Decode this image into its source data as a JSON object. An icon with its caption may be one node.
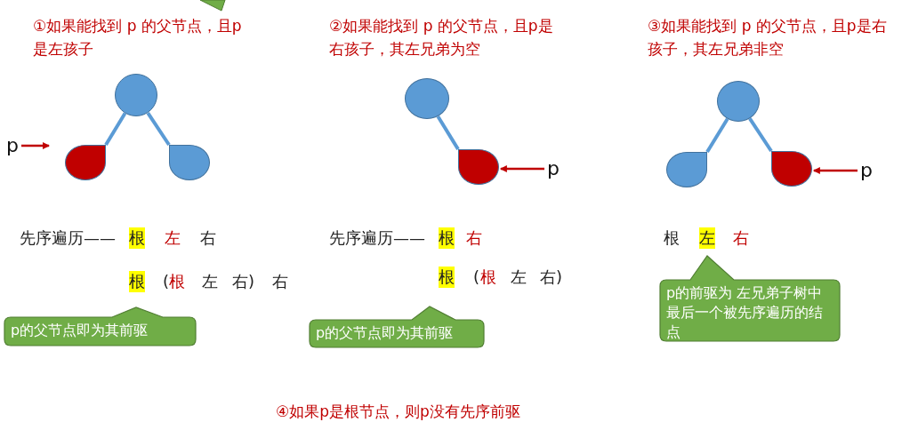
{
  "diagram": {
    "nodes": [
      {
        "text": [],
        "shape": "circle"
      },
      {
        "text": [],
        "shape": "teardrop"
      },
      {
        "text": [],
        "shape": "teardrop"
      },
      {
        "text": [],
        "shape": "circle"
      },
      {
        "text": [],
        "shape": "teardrop"
      },
      {
        "text": [],
        "shape": "circle"
      },
      {
        "text": [],
        "shape": "teardrop"
      },
      {
        "text": [],
        "shape": "teardrop"
      },
      {
        "text": [
          "p"
        ]
      },
      {
        "text": [
          "p"
        ]
      },
      {
        "text": [
          "p"
        ]
      },
      {
        "text": [
          "p的父节点即为其前驱"
        ]
      },
      {
        "text": [
          "p的父节点即为其前驱"
        ]
      },
      {
        "text": [
          "p的前驱为 左兄弟子树中最后一个被先序遍历的结点"
        ]
      }
    ],
    "edges": [
      {
        "from": 0,
        "to": 1,
        "arrow": "none"
      },
      {
        "from": 0,
        "to": 2,
        "arrow": "none"
      },
      {
        "from": 3,
        "to": 4,
        "arrow": "none"
      },
      {
        "from": 5,
        "to": 6,
        "arrow": "none"
      },
      {
        "from": 5,
        "to": 7,
        "arrow": "none"
      },
      {
        "from": 8,
        "to": 1,
        "arrow": "to",
        "color": "#c00000"
      },
      {
        "from": 9,
        "to": 4,
        "arrow": "to",
        "color": "#c00000"
      },
      {
        "from": 10,
        "to": 7,
        "arrow": "to",
        "color": "#c00000"
      }
    ],
    "labels": [
      "①如果能找到 p 的父节点，且p是左孩子",
      "②如果能找到 p 的父节点，且p是右孩子，其左兄弟为空",
      "③如果能找到 p 的父节点，且p是右孩子，其左兄弟非空",
      "先序遍历——",
      "根",
      "左",
      "右",
      "根",
      "(",
      "根",
      "左",
      "右)",
      "右",
      "先序遍历——",
      "根",
      "右",
      "根",
      "(",
      "根",
      "左",
      "右)",
      "根",
      "左",
      "右",
      "④如果p是根节点，则p没有先序前驱"
    ]
  }
}
